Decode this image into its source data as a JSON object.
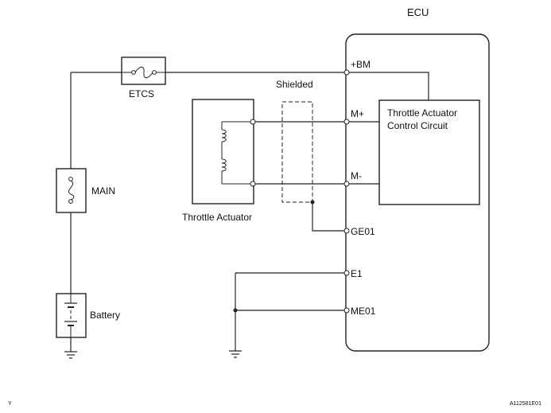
{
  "ecu": {
    "title": "ECU"
  },
  "fuses": {
    "etcs": "ETCS",
    "main": "MAIN"
  },
  "battery": {
    "label": "Battery"
  },
  "shield": {
    "label": "Shielded"
  },
  "actuator": {
    "label": "Throttle Actuator"
  },
  "control_circuit": {
    "line1": "Throttle Actuator",
    "line2": "Control Circuit"
  },
  "pins": {
    "bm": "+BM",
    "m_plus": "M+",
    "m_minus": "M-",
    "ge01": "GE01",
    "e1": "E1",
    "me01": "ME01"
  },
  "footer": {
    "left_mark": "Y",
    "figure_id": "A112581E01"
  }
}
